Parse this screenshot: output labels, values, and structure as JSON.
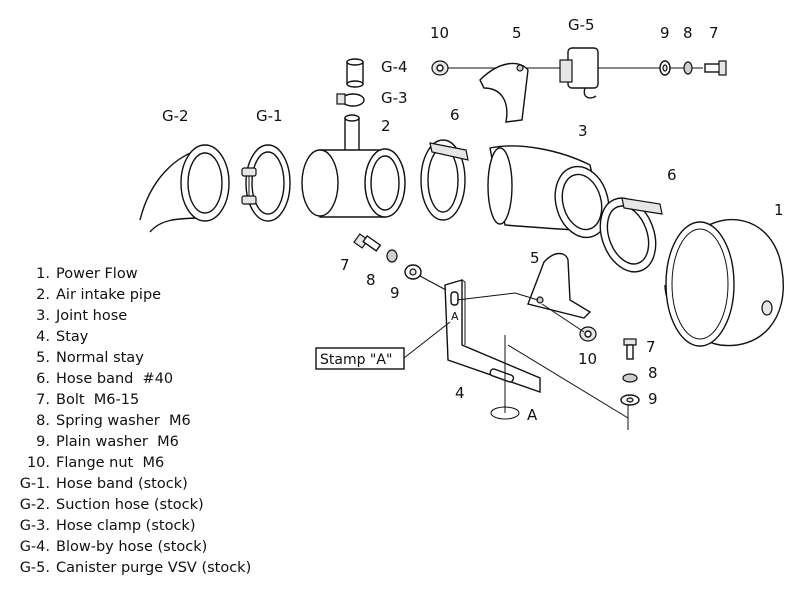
{
  "callouts": {
    "g2": "G-2",
    "g1": "G-1",
    "g4": "G-4",
    "g3": "G-3",
    "g5": "G-5",
    "n2": "2",
    "n3": "3",
    "n1": "1",
    "n6a": "6",
    "n6b": "6",
    "n10a": "10",
    "n5a": "5",
    "n9a": "9",
    "n8a": "8",
    "n7a": "7",
    "n7b": "7",
    "n8b": "8",
    "n9b": "9",
    "n5b": "5",
    "n10b": "10",
    "n7c": "7",
    "n8c": "8",
    "n9c": "9",
    "n4": "4",
    "a_mark": "A",
    "a_plate": "A"
  },
  "stamp_label": "Stamp \"A\"",
  "legend": [
    {
      "key": "1.",
      "text": "Power Flow"
    },
    {
      "key": "2.",
      "text": "Air intake pipe"
    },
    {
      "key": "3.",
      "text": "Joint hose"
    },
    {
      "key": "4.",
      "text": "Stay"
    },
    {
      "key": "5.",
      "text": "Normal stay"
    },
    {
      "key": "6.",
      "text": "Hose band  #40"
    },
    {
      "key": "7.",
      "text": "Bolt  M6-15"
    },
    {
      "key": "8.",
      "text": "Spring washer  M6"
    },
    {
      "key": "9.",
      "text": "Plain washer  M6"
    },
    {
      "key": "10.",
      "text": "Flange nut  M6"
    },
    {
      "key": "G-1.",
      "text": "Hose band (stock)"
    },
    {
      "key": "G-2.",
      "text": "Suction hose (stock)"
    },
    {
      "key": "G-3.",
      "text": "Hose clamp (stock)"
    },
    {
      "key": "G-4.",
      "text": "Blow-by hose (stock)"
    },
    {
      "key": "G-5.",
      "text": "Canister purge VSV (stock)"
    }
  ]
}
